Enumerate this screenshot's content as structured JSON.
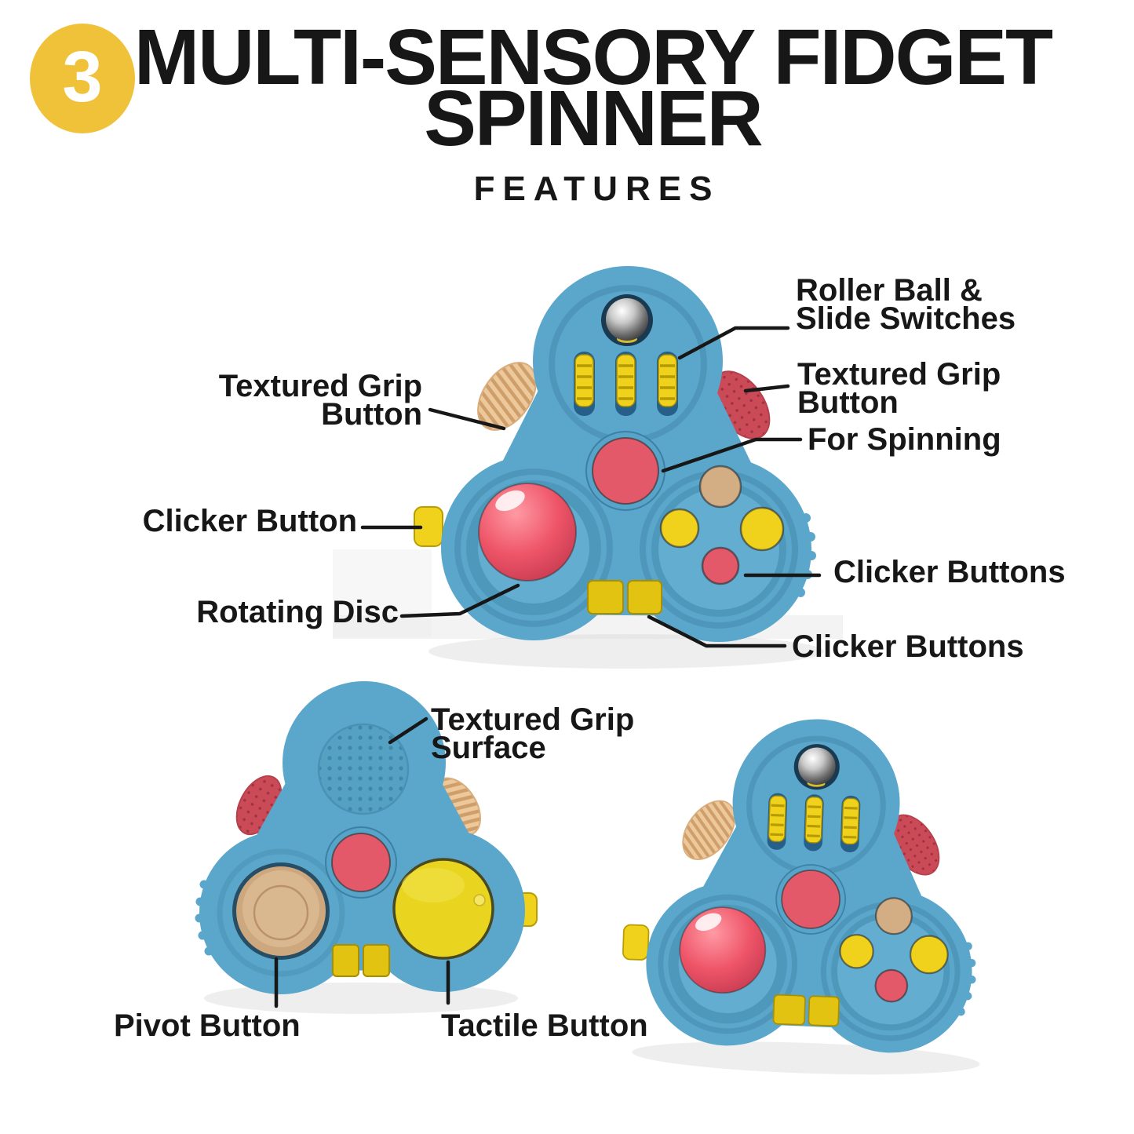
{
  "badge": {
    "number": "3"
  },
  "header": {
    "title_line1": "MULTI-SENSORY",
    "title_line2": "FIDGET SPINNER",
    "subtitle": "FEATURES"
  },
  "callouts": {
    "roller_ball": {
      "lines": [
        "Roller Ball &",
        "Slide Switches"
      ]
    },
    "textured_grip_button_left": {
      "lines": [
        "Textured Grip",
        "Button"
      ]
    },
    "textured_grip_button_right": {
      "lines": [
        "Textured Grip",
        "Button"
      ]
    },
    "for_spinning": {
      "lines": [
        "For Spinning"
      ]
    },
    "clicker_button_left": {
      "lines": [
        "Clicker Button"
      ]
    },
    "clicker_buttons_right": {
      "lines": [
        "Clicker Buttons"
      ]
    },
    "clicker_buttons_bottom": {
      "lines": [
        "Clicker Buttons"
      ]
    },
    "rotating_disc": {
      "lines": [
        "Rotating Disc"
      ]
    },
    "textured_grip_surface": {
      "lines": [
        "Textured Grip",
        "Surface"
      ]
    },
    "pivot_button": {
      "lines": [
        "Pivot Button"
      ]
    },
    "tactile_button": {
      "lines": [
        "Tactile Button"
      ]
    }
  },
  "colors": {
    "ink": "#171717",
    "badge_yellow": "#efc23a",
    "body_blue": "#5ba7cb",
    "well_blue": "#4e98bb",
    "disc_blue": "#63add0",
    "groove_blue": "#4a92b5",
    "yellow": "#f0d11c",
    "yellow_deep": "#b89e00",
    "red": "#e4596a",
    "red_deep": "#c93c52",
    "tan": "#d3ae85",
    "tan_grip": "#ecc89b",
    "tan_grip_rib": "#cf9f6b",
    "red_grip": "#cb4a57",
    "red_grip_dot": "#9e3240",
    "navy_socket": "#1a3a51"
  }
}
